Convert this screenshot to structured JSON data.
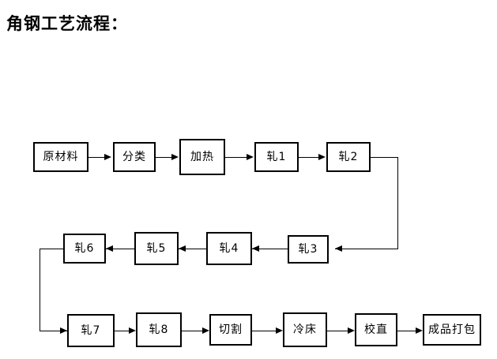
{
  "page": {
    "title": "角钢工艺流程：",
    "background_color": "#ffffff",
    "line_color": "#000000"
  },
  "flow": {
    "rows": [
      {
        "id": "row-1",
        "direction": "left-to-right",
        "nodes": [
          {
            "id": "raw-material",
            "label": "原材料"
          },
          {
            "id": "sorting",
            "label": "分类"
          },
          {
            "id": "heating",
            "label": "加热"
          },
          {
            "id": "roll-1",
            "label": "轧1"
          },
          {
            "id": "roll-2",
            "label": "轧2"
          }
        ]
      },
      {
        "id": "row-2",
        "direction": "right-to-left",
        "nodes": [
          {
            "id": "roll-6",
            "label": "轧6"
          },
          {
            "id": "roll-5",
            "label": "轧5"
          },
          {
            "id": "roll-4",
            "label": "轧4"
          },
          {
            "id": "roll-3",
            "label": "轧3"
          }
        ]
      },
      {
        "id": "row-3",
        "direction": "left-to-right",
        "nodes": [
          {
            "id": "roll-7",
            "label": "轧7"
          },
          {
            "id": "roll-8",
            "label": "轧8"
          },
          {
            "id": "cutting",
            "label": "切割"
          },
          {
            "id": "cooling-bed",
            "label": "冷床"
          },
          {
            "id": "straightening",
            "label": "校直"
          },
          {
            "id": "packaging",
            "label": "成品打包"
          }
        ]
      }
    ],
    "connectors": [
      {
        "id": "raw-material-to-sorting",
        "from": "原材料",
        "to": "分类",
        "arrow": "right"
      },
      {
        "id": "sorting-to-heating",
        "from": "分类",
        "to": "加热",
        "arrow": "right"
      },
      {
        "id": "heating-to-roll-1",
        "from": "加热",
        "to": "轧1",
        "arrow": "right"
      },
      {
        "id": "roll-1-to-roll-2",
        "from": "轧1",
        "to": "轧2",
        "arrow": "right"
      },
      {
        "id": "roll-2-to-roll-3",
        "from": "轧2",
        "to": "轧3",
        "arrow": "left"
      },
      {
        "id": "roll-3-to-roll-4",
        "from": "轧3",
        "to": "轧4",
        "arrow": "left"
      },
      {
        "id": "roll-4-to-roll-5",
        "from": "轧4",
        "to": "轧5",
        "arrow": "left"
      },
      {
        "id": "roll-5-to-roll-6",
        "from": "轧5",
        "to": "轧6",
        "arrow": "left"
      },
      {
        "id": "roll-6-to-roll-7",
        "from": "轧6",
        "to": "轧7",
        "arrow": "right"
      },
      {
        "id": "roll-7-to-roll-8",
        "from": "轧7",
        "to": "轧8",
        "arrow": "right"
      },
      {
        "id": "roll-8-to-cutting",
        "from": "轧8",
        "to": "切割",
        "arrow": "right"
      },
      {
        "id": "cutting-to-cooling-bed",
        "from": "切割",
        "to": "冷床",
        "arrow": "right"
      },
      {
        "id": "cooling-bed-to-straightening",
        "from": "冷床",
        "to": "校直",
        "arrow": "right"
      },
      {
        "id": "straightening-to-packaging",
        "from": "校直",
        "to": "成品打包",
        "arrow": "right"
      }
    ]
  }
}
